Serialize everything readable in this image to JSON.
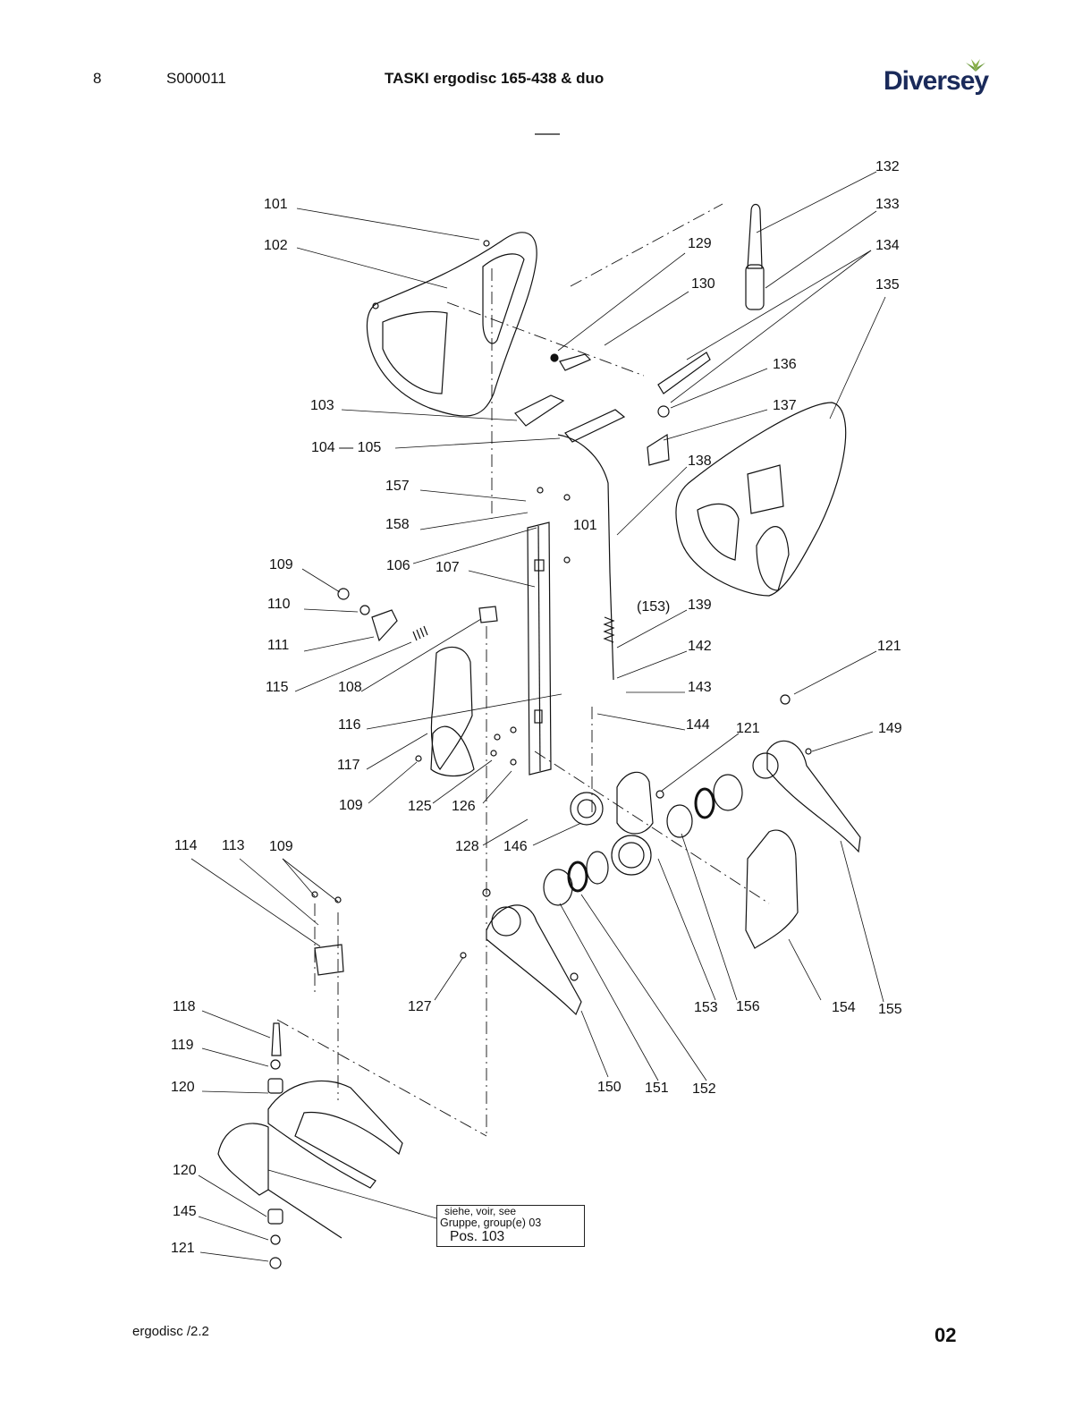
{
  "header": {
    "page_number": "8",
    "doc_code": "S000011",
    "title": "TASKI ergodisc 165-438 & duo",
    "brand": "Diversey"
  },
  "callouts": [
    {
      "id": "c132",
      "text": "132"
    },
    {
      "id": "c133",
      "text": "133"
    },
    {
      "id": "c134",
      "text": "134"
    },
    {
      "id": "c135",
      "text": "135"
    },
    {
      "id": "c101a",
      "text": "101"
    },
    {
      "id": "c102",
      "text": "102"
    },
    {
      "id": "c129",
      "text": "129"
    },
    {
      "id": "c130",
      "text": "130"
    },
    {
      "id": "c136",
      "text": "136"
    },
    {
      "id": "c137",
      "text": "137"
    },
    {
      "id": "c103",
      "text": "103"
    },
    {
      "id": "c104",
      "text": "104 — 105"
    },
    {
      "id": "c138",
      "text": "138"
    },
    {
      "id": "c157",
      "text": "157"
    },
    {
      "id": "c158",
      "text": "158"
    },
    {
      "id": "c101b",
      "text": "101"
    },
    {
      "id": "c109a",
      "text": "109"
    },
    {
      "id": "c106",
      "text": "106"
    },
    {
      "id": "c107",
      "text": "107"
    },
    {
      "id": "c110",
      "text": "110"
    },
    {
      "id": "c153a",
      "text": "(153)"
    },
    {
      "id": "c139",
      "text": "139"
    },
    {
      "id": "c111",
      "text": "111"
    },
    {
      "id": "c142",
      "text": "142"
    },
    {
      "id": "c121a",
      "text": "121"
    },
    {
      "id": "c115",
      "text": "115"
    },
    {
      "id": "c108",
      "text": "108"
    },
    {
      "id": "c143",
      "text": "143"
    },
    {
      "id": "c116",
      "text": "116"
    },
    {
      "id": "c144",
      "text": "144"
    },
    {
      "id": "c121b",
      "text": "121"
    },
    {
      "id": "c149",
      "text": "149"
    },
    {
      "id": "c117",
      "text": "117"
    },
    {
      "id": "c109b",
      "text": "109"
    },
    {
      "id": "c125",
      "text": "125"
    },
    {
      "id": "c126",
      "text": "126"
    },
    {
      "id": "c114",
      "text": "114"
    },
    {
      "id": "c113",
      "text": "113"
    },
    {
      "id": "c109c",
      "text": "109"
    },
    {
      "id": "c128",
      "text": "128"
    },
    {
      "id": "c146",
      "text": "146"
    },
    {
      "id": "c118",
      "text": "118"
    },
    {
      "id": "c127",
      "text": "127"
    },
    {
      "id": "c153b",
      "text": "153"
    },
    {
      "id": "c156",
      "text": "156"
    },
    {
      "id": "c154",
      "text": "154"
    },
    {
      "id": "c155",
      "text": "155"
    },
    {
      "id": "c119",
      "text": "119"
    },
    {
      "id": "c120a",
      "text": "120"
    },
    {
      "id": "c150",
      "text": "150"
    },
    {
      "id": "c151",
      "text": "151"
    },
    {
      "id": "c152",
      "text": "152"
    },
    {
      "id": "c120b",
      "text": "120"
    },
    {
      "id": "c145",
      "text": "145"
    },
    {
      "id": "c121c",
      "text": "121"
    }
  ],
  "note": {
    "line1": "siehe, voir, see",
    "line2": "Gruppe, group(e) 03",
    "line3": "Pos. 103"
  },
  "footer": {
    "left": "ergodisc /2.2",
    "right": "02"
  }
}
